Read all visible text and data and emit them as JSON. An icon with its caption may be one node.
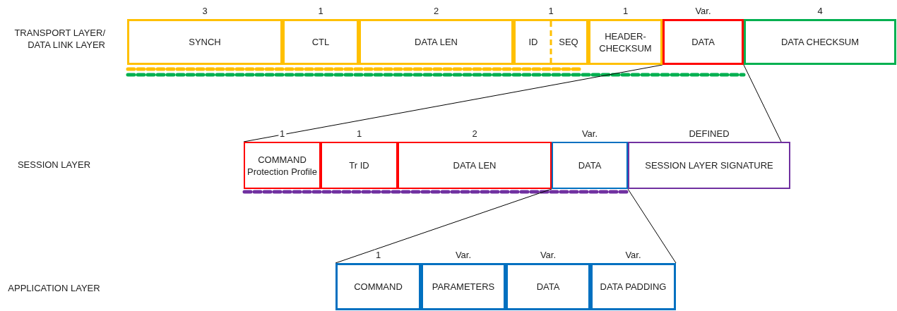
{
  "diagram": {
    "nodes": [
      {
        "text": [
          "SYNCH"
        ],
        "beside": [
          "3"
        ]
      },
      {
        "text": [
          "CTL"
        ],
        "beside": [
          "1"
        ]
      },
      {
        "text": [
          "DATA LEN"
        ],
        "beside": [
          "2"
        ]
      },
      {
        "text": [
          "ID",
          "SEQ"
        ],
        "beside": [
          "1"
        ]
      },
      {
        "text": [
          "HEADER- CHECKSUM"
        ],
        "beside": [
          "1"
        ]
      },
      {
        "text": [
          "DATA"
        ],
        "beside": [
          "Var."
        ]
      },
      {
        "text": [
          "DATA CHECKSUM"
        ],
        "beside": [
          "4"
        ]
      },
      {
        "text": [
          "COMMAND Protection Profile"
        ],
        "beside": [
          "1"
        ]
      },
      {
        "text": [
          "Tr ID"
        ],
        "beside": [
          "1"
        ]
      },
      {
        "text": [
          "DATA LEN"
        ],
        "beside": [
          "2"
        ]
      },
      {
        "text": [
          "DATA"
        ],
        "beside": [
          "Var."
        ]
      },
      {
        "text": [
          "SESSION LAYER SIGNATURE"
        ],
        "beside": [
          "DEFINED"
        ]
      },
      {
        "text": [
          "COMMAND"
        ],
        "beside": [
          "1"
        ]
      },
      {
        "text": [
          "PARAMETERS"
        ],
        "beside": [
          "Var."
        ]
      },
      {
        "text": [
          "DATA"
        ],
        "beside": [
          "Var."
        ]
      },
      {
        "text": [
          "DATA PADDING"
        ],
        "beside": [
          "Var."
        ]
      }
    ],
    "edges": [
      {
        "from": 5,
        "to": 7,
        "arrow": "none"
      },
      {
        "from": 5,
        "to": 11,
        "arrow": "none"
      },
      {
        "from": 10,
        "to": 12,
        "arrow": "none"
      },
      {
        "from": 10,
        "to": 15,
        "arrow": "none"
      }
    ],
    "labels": [
      "TRANSPORT LAYER/ DATA LINK LAYER",
      "SESSION LAYER",
      "APPLICATION LAYER"
    ]
  }
}
